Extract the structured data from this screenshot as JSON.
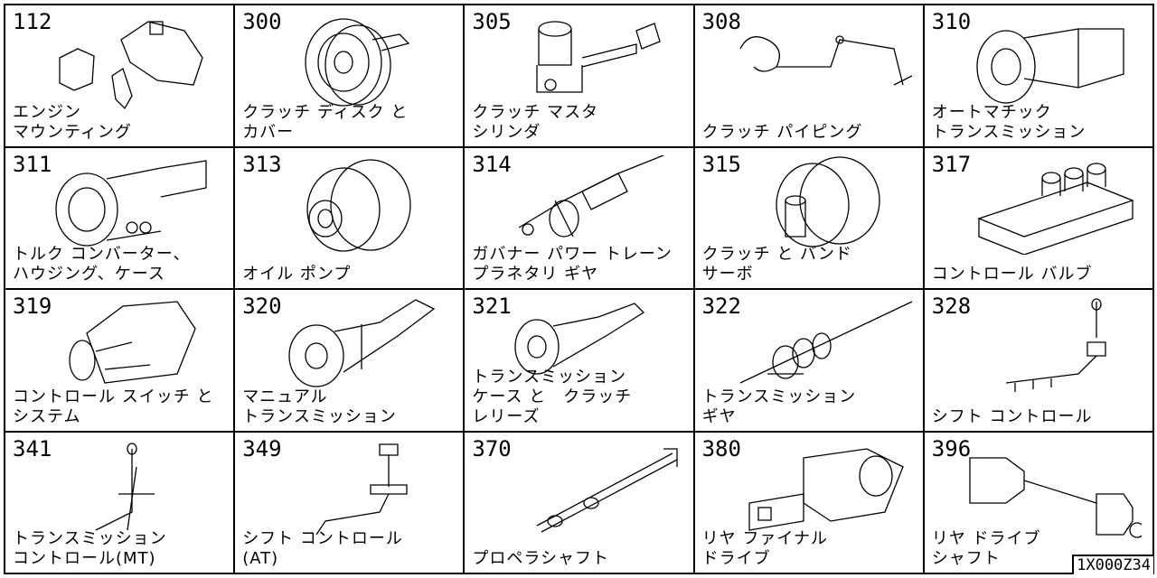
{
  "cells": [
    {
      "code": "112",
      "line1": "エンジン",
      "line2": "マウンティング",
      "icon": "engine-mount-icon"
    },
    {
      "code": "300",
      "line1": "クラッチ ディスク と",
      "line2": "カバー",
      "icon": "clutch-disc-icon"
    },
    {
      "code": "305",
      "line1": "クラッチ マスタ",
      "line2": "シリンダ",
      "icon": "master-cylinder-icon"
    },
    {
      "code": "308",
      "line1": "",
      "line2": "クラッチ パイピング",
      "icon": "clutch-piping-icon"
    },
    {
      "code": "310",
      "line1": "オートマチック",
      "line2": "トランスミッション",
      "icon": "automatic-transmission-icon"
    },
    {
      "code": "311",
      "line1": "トルク コンバーター、",
      "line2": "ハウジング、ケース",
      "icon": "torque-converter-icon"
    },
    {
      "code": "313",
      "line1": "",
      "line2": "オイル ポンプ",
      "icon": "oil-pump-icon"
    },
    {
      "code": "314",
      "line1": "ガバナー パワー トレーン",
      "line2": "プラネタリ ギヤ",
      "icon": "governor-gear-icon"
    },
    {
      "code": "315",
      "line1": "クラッチ と バンド",
      "line2": "サーボ",
      "icon": "clutch-band-servo-icon"
    },
    {
      "code": "317",
      "line1": "",
      "line2": "コントロール バルブ",
      "icon": "control-valve-icon"
    },
    {
      "code": "319",
      "line1": "コントロール スイッチ と",
      "line2": "システム",
      "icon": "control-switch-icon"
    },
    {
      "code": "320",
      "line1": "マニュアル",
      "line2": "トランスミッション",
      "icon": "manual-transmission-icon"
    },
    {
      "code": "321",
      "line1": "トランスミッション",
      "line2": "ケース と　クラッチ",
      "line3": "レリーズ",
      "icon": "transmission-case-icon"
    },
    {
      "code": "322",
      "line1": "トランスミッション",
      "line2": "ギヤ",
      "icon": "transmission-gear-icon"
    },
    {
      "code": "328",
      "line1": "",
      "line2": "シフト コントロール",
      "icon": "shift-control-icon"
    },
    {
      "code": "341",
      "line1": "トランスミッション",
      "line2": "コントロール(MT)",
      "icon": "transmission-control-mt-icon"
    },
    {
      "code": "349",
      "line1": "シフト コントロール",
      "line2": "(AT)",
      "icon": "shift-control-at-icon"
    },
    {
      "code": "370",
      "line1": "",
      "line2": "プロペラシャフト",
      "icon": "propeller-shaft-icon"
    },
    {
      "code": "380",
      "line1": "リヤ ファイナル",
      "line2": "ドライブ",
      "icon": "rear-final-drive-icon"
    },
    {
      "code": "396",
      "line1": "リヤ ドライブ",
      "line2": "シャフト",
      "icon": "rear-drive-shaft-icon"
    }
  ],
  "figure_ref": "1X000Z34"
}
